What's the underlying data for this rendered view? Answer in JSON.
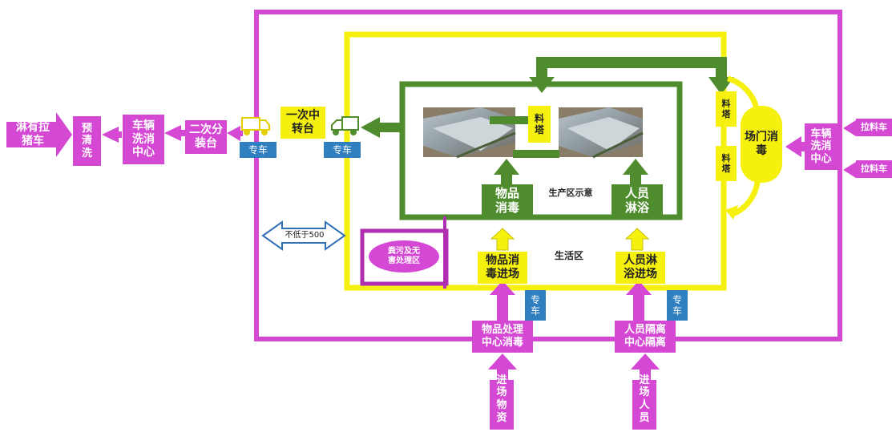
{
  "colors": {
    "magenta": "#d448d4",
    "yellow": "#f6f00f",
    "green": "#4e8c2e",
    "blue": "#2f7fc1",
    "white": "#ffffff"
  },
  "left_chain": {
    "pickup_truck": "淋有拉\n猪车",
    "prewash": "预\n清\n洗",
    "vehicle_wash_center": "车辆\n洗消\n中心",
    "secondary_transfer": "二次分\n装台",
    "primary_transfer": "一次中\n转台",
    "special_vehicle_outer": "专车",
    "special_vehicle_inner": "专车"
  },
  "right_chain": {
    "vehicle_wash_center": "车辆\n洗消\n中心",
    "feed_truck_1": "拉料车",
    "feed_truck_2": "拉料车",
    "gate_disinfection": "场门消\n毒",
    "feed_tower_1": "料\n塔",
    "feed_tower_2": "料\n塔"
  },
  "production_area": {
    "feed_tower": "料\n塔",
    "production_label": "生产区示意",
    "item_disinfection": "物品\n消毒",
    "personnel_shower": "人员\n淋浴"
  },
  "living_area": {
    "label": "生活区",
    "manure_treatment": "粪污及无\n害处理区",
    "distance_note": "不低于500",
    "item_entry": "物品消\n毒进场",
    "personnel_entry": "人员淋\n浴进场"
  },
  "bottom": {
    "item_center": "物品处理\n中心消毒",
    "personnel_center": "人员隔离\n中心隔离",
    "special_vehicle_1": "专\n车",
    "special_vehicle_2": "专\n车",
    "incoming_items": "进\n场\n物\n资",
    "incoming_personnel": "进\n场\n人\n员"
  }
}
